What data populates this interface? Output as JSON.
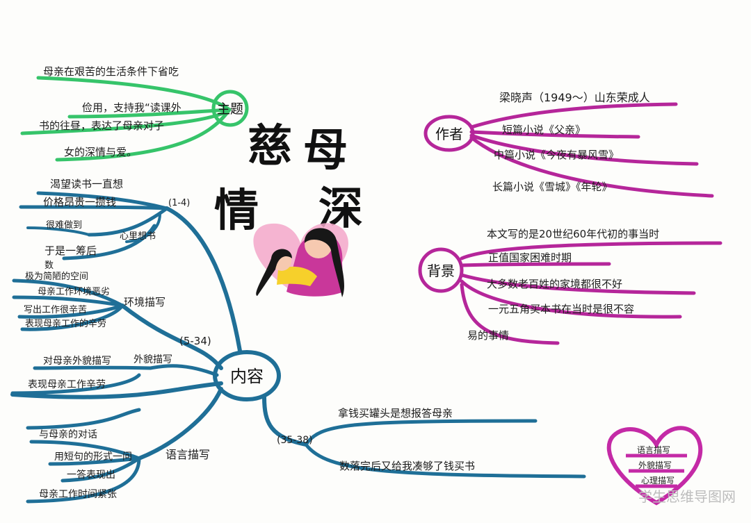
{
  "title": {
    "chars": [
      "慈",
      "母",
      "情",
      "深"
    ]
  },
  "theme": {
    "label": "主题",
    "lines": [
      "母亲在艰苦的生活条件下省吃",
      "俭用，支持我“读课外",
      "书的往昼，表达了母亲对子",
      "女的深情与爱。"
    ]
  },
  "author": {
    "label": "作者",
    "lines": [
      "梁晓声（1949～）山东荣成人",
      "短篇小说《父亲》",
      "中篇小说《今夜有暴风雪》",
      "长篇小说《雪城》《年轮》"
    ]
  },
  "background": {
    "label": "背景",
    "lines": [
      "本文写的是20世纪60年代初的事当时",
      "正值国家困难时期",
      "大多数老百姓的家境都很不好",
      "一元五角买本书在当时是很不容",
      "易的事情"
    ]
  },
  "content": {
    "label": "内容",
    "part1": {
      "range": "(1-4)",
      "lines": [
        "渴望读书一直想",
        "价格昂贵一攒钱",
        "很难做到",
        "心里想书",
        "于是一筹后"
      ]
    },
    "part2": {
      "range": "(5-34)",
      "env": {
        "label": "环境描写",
        "lines": [
          "数",
          "极为简陋的空间",
          "母亲工作环境恶劣",
          "写出工作很辛苦",
          "表现母亲工作的辛劳"
        ]
      },
      "look": {
        "label": "外貌描写",
        "lines": [
          "对母亲外貌描写",
          "表现母亲工作辛劳"
        ]
      },
      "talk": {
        "label": "语言描写",
        "lines": [
          "与母亲的对话",
          "用短句的形式一问",
          "一答表现出",
          "母亲工作时间紧张"
        ]
      }
    },
    "part3": {
      "range": "(35-38)",
      "lines": [
        "拿钱买罐头是想报答母亲",
        "数落完后又给我凑够了钱买书"
      ]
    }
  },
  "heart_note": {
    "lines": [
      "语言描写",
      "外貌描写",
      "心理描写"
    ]
  },
  "watermark": "学生思维导图网",
  "colors": {
    "green": "#36c46a",
    "blue": "#1f6f97",
    "magenta": "#b5269a",
    "heart": "#c42aa6",
    "pink": "#f3a7c9",
    "yellow": "#f6d02b",
    "hair": "#171717"
  },
  "icons": {
    "illustration": "mother-child-heart-icon",
    "note": "heart-icon"
  }
}
